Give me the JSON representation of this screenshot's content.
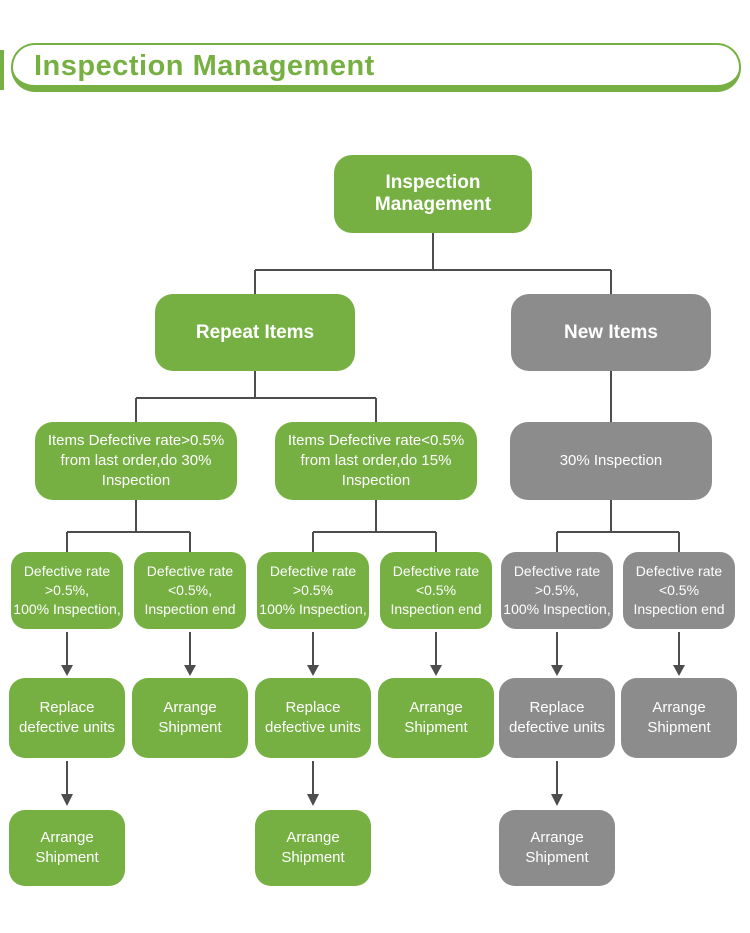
{
  "header": {
    "title": "Inspection Management"
  },
  "colors": {
    "node_green": "#76b043",
    "node_gray": "#8c8c8c",
    "connector": "#4d4d4d",
    "text": "#ffffff"
  },
  "flowchart": {
    "root": "Inspection\nManagement",
    "branches": {
      "repeat": "Repeat Items",
      "new": "New Items"
    },
    "l3": {
      "repeat_high": "Items Defective rate>0.5%\nfrom last order,do 30%\nInspection",
      "repeat_low": "Items Defective rate<0.5%\nfrom last order,do 15%\nInspection",
      "new_all": "30% Inspection"
    },
    "l4": {
      "c1": "Defective rate\n>0.5%,\n100% Inspection,",
      "c2": "Defective rate\n<0.5%,\nInspection end",
      "c3": "Defective rate\n>0.5%\n100% Inspection,",
      "c4": "Defective rate\n<0.5%\nInspection end",
      "c5": "Defective rate\n>0.5%,\n100% Inspection,",
      "c6": "Defective rate\n<0.5%\nInspection end"
    },
    "l5": {
      "c1": "Replace\ndefective units",
      "c2": "Arrange\nShipment",
      "c3": "Replace\ndefective units",
      "c4": "Arrange\nShipment",
      "c5": "Replace\ndefective units",
      "c6": "Arrange\nShipment"
    },
    "l6": {
      "c1": "Arrange\nShipment",
      "c3": "Arrange\nShipment",
      "c5": "Arrange\nShipment"
    }
  }
}
